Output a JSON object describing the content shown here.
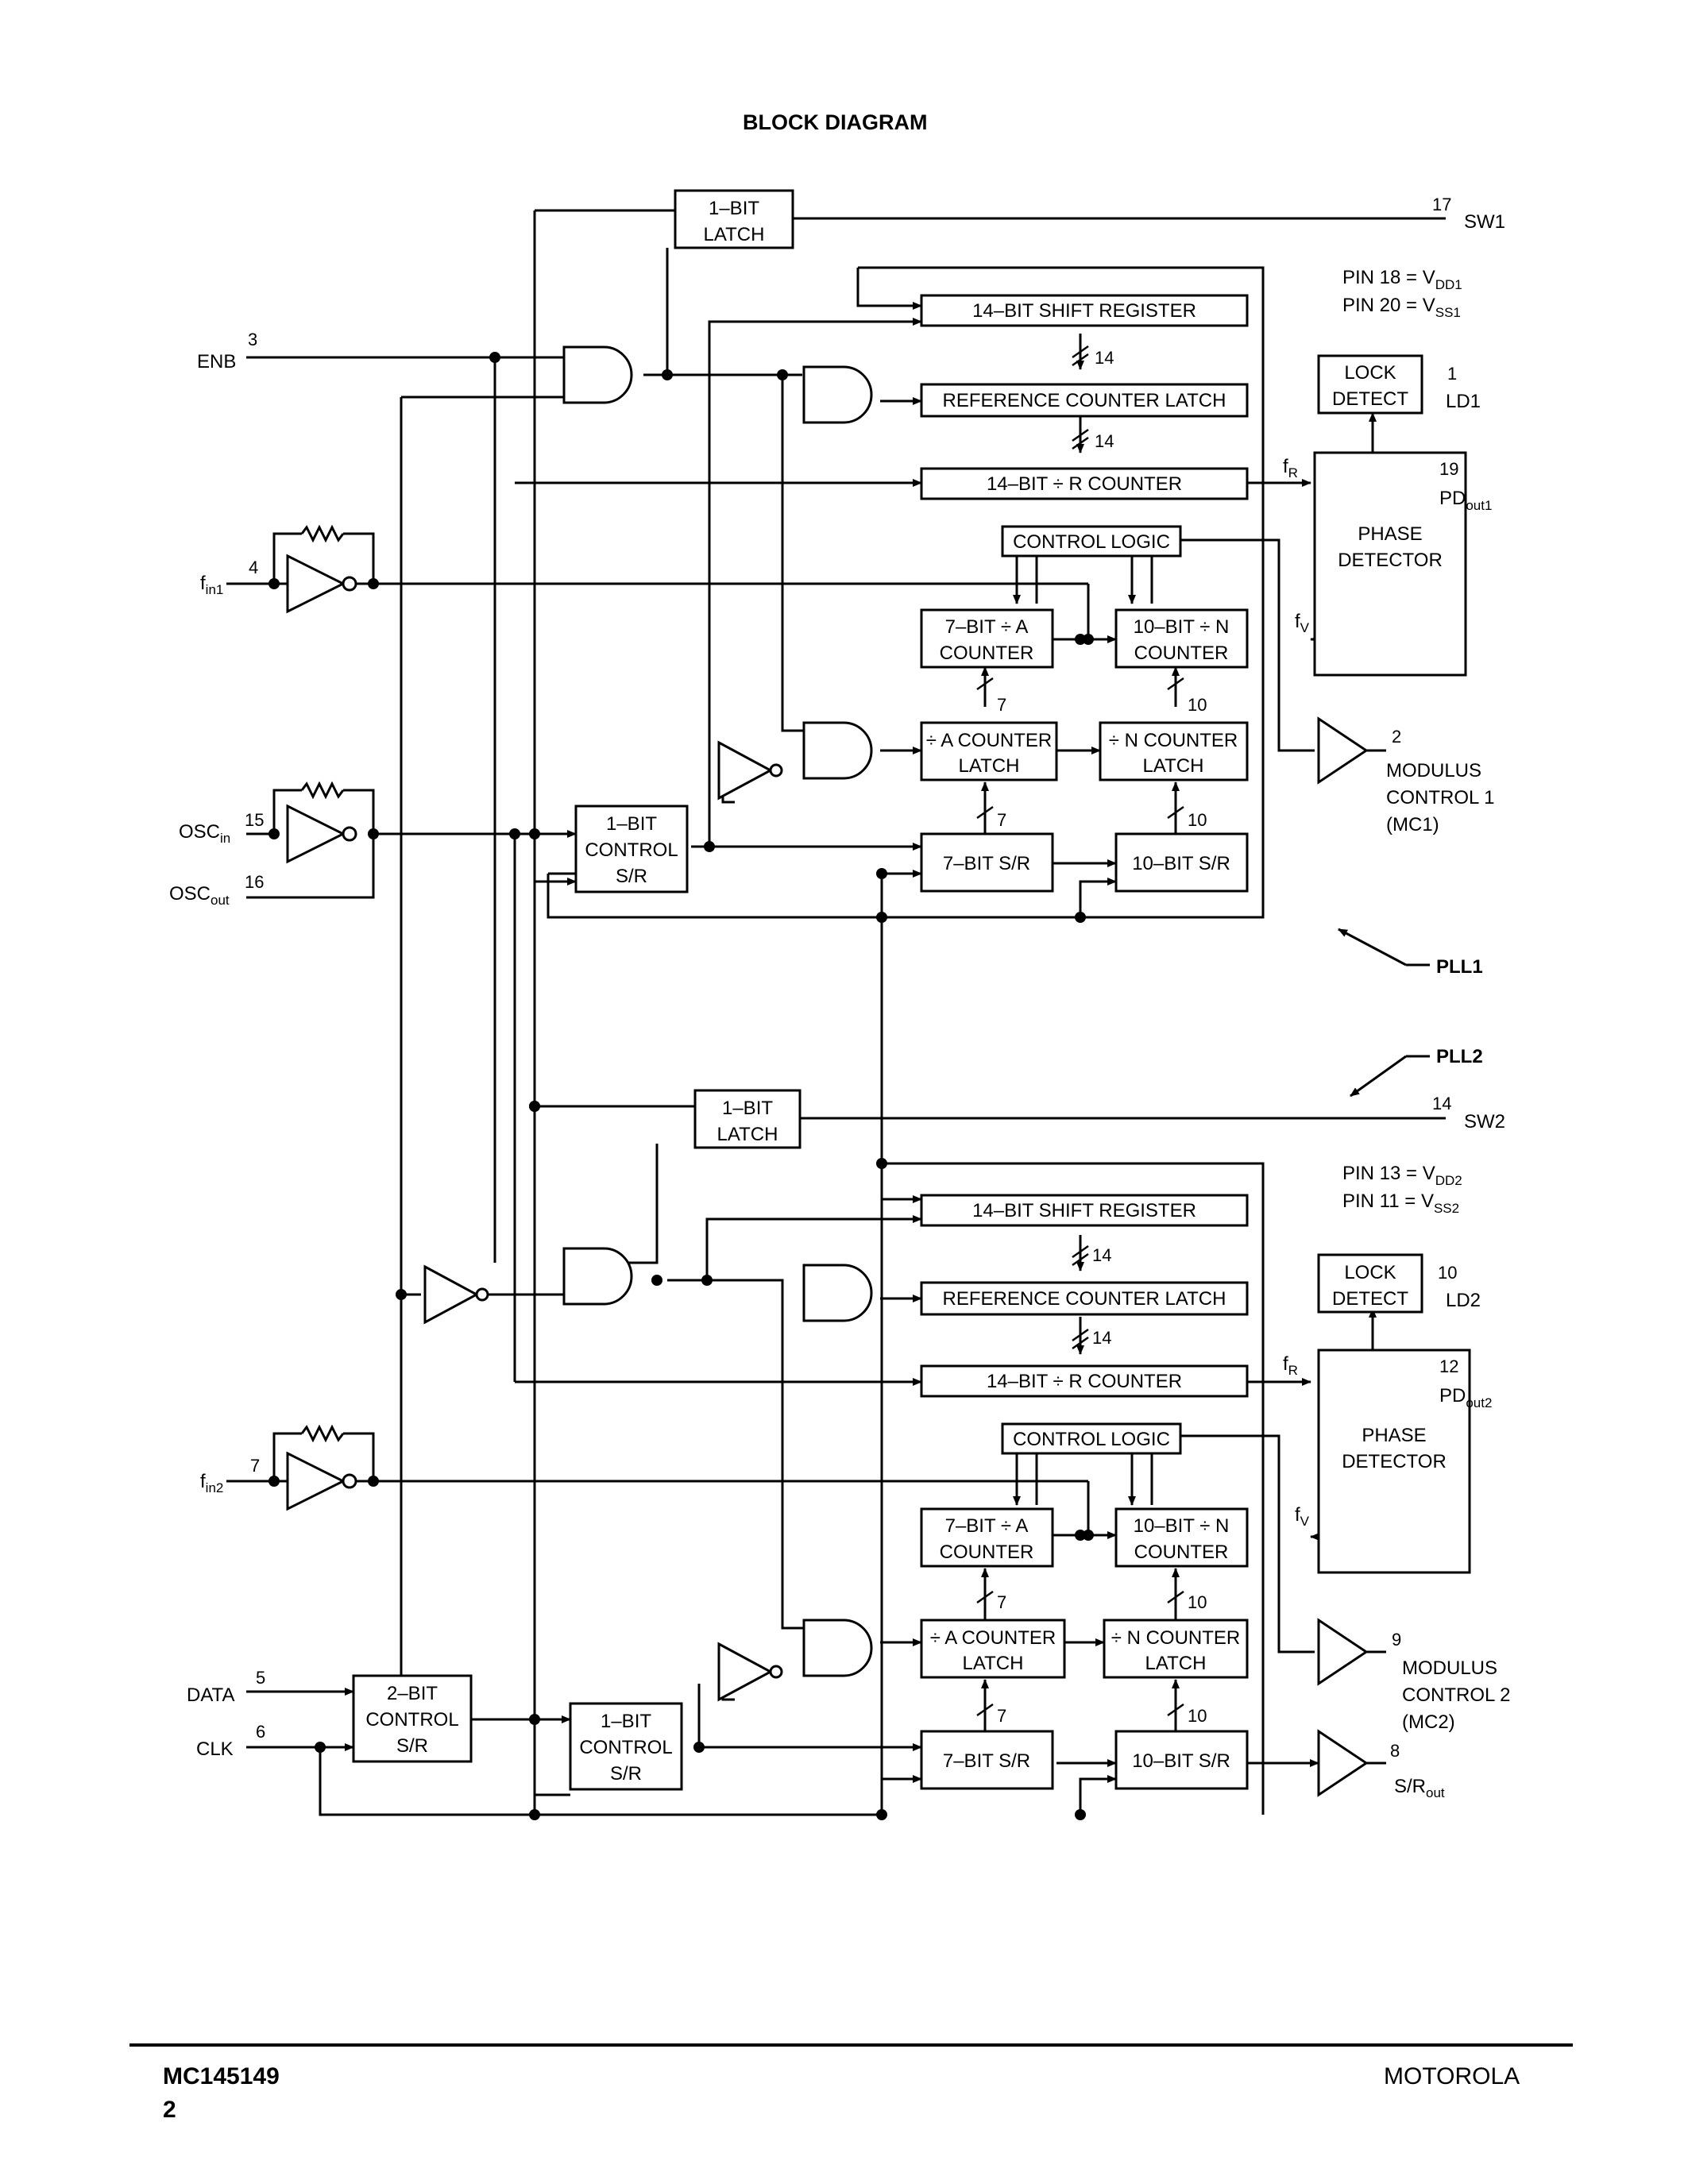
{
  "title": "BLOCK DIAGRAM",
  "power_pins": {
    "vdd1": "PIN 18 = V",
    "vdd1_sub": "DD1",
    "vss1": "PIN 20 = V",
    "vss1_sub": "SS1",
    "vdd2": "PIN 13 = V",
    "vdd2_sub": "DD2",
    "vss2": "PIN 11 = V",
    "vss2_sub": "SS2"
  },
  "pll_labels": {
    "pll1": "PLL1",
    "pll2": "PLL2"
  },
  "inputs": {
    "enb": "ENB",
    "enb_pin": "3",
    "fin": "f",
    "fin1_sub": "in1",
    "fin1_pin": "4",
    "fin2_sub": "in2",
    "fin2_pin": "7",
    "osc": "OSC",
    "oscin_sub": "in",
    "oscin_pin": "15",
    "oscout_sub": "out",
    "oscout_pin": "16",
    "data": "DATA",
    "data_pin": "5",
    "clk": "CLK",
    "clk_pin": "6"
  },
  "outputs": {
    "sw1": "SW1",
    "sw1_pin": "17",
    "sw2": "SW2",
    "sw2_pin": "14",
    "ld1": "LD1",
    "ld1_pin": "1",
    "ld2": "LD2",
    "ld2_pin": "10",
    "pd": "PD",
    "pd1_sub": "out1",
    "pd1_pin": "19",
    "pd2_sub": "out2",
    "pd2_pin": "12",
    "mc1_line1": "MODULUS",
    "mc1_line2": "CONTROL 1",
    "mc1_line3": "(MC1)",
    "mc1_pin": "2",
    "mc2_line1": "MODULUS",
    "mc2_line2": "CONTROL 2",
    "mc2_line3": "(MC2)",
    "mc2_pin": "9",
    "sr": "S/R",
    "sr_sub": "out",
    "sr_pin": "8"
  },
  "signals": {
    "f": "f",
    "r_sub": "R",
    "v_sub": "V"
  },
  "blocks": {
    "latch_1bit_l1": "1–BIT",
    "latch_1bit_l2": "LATCH",
    "shift_reg": "14–BIT SHIFT REGISTER",
    "ref_latch": "REFERENCE COUNTER LATCH",
    "r_counter": "14–BIT ÷ R COUNTER",
    "control_logic": "CONTROL LOGIC",
    "a_counter_l1": "7–BIT ÷ A",
    "a_counter_l2": "COUNTER",
    "n_counter_l1": "10–BIT ÷ N",
    "n_counter_l2": "COUNTER",
    "a_latch_l1": "÷ A COUNTER",
    "a_latch_l2": "LATCH",
    "n_latch_l1": "÷ N COUNTER",
    "n_latch_l2": "LATCH",
    "sr7": "7–BIT S/R",
    "sr10": "10–BIT S/R",
    "ctrl_sr_l1": "1–BIT",
    "ctrl_sr_l2": "CONTROL",
    "ctrl_sr_l3": "S/R",
    "ctrl2_sr_l1": "2–BIT",
    "ctrl2_sr_l2": "CONTROL",
    "ctrl2_sr_l3": "S/R",
    "lock_l1": "LOCK",
    "lock_l2": "DETECT",
    "phase_l1": "PHASE",
    "phase_l2": "DETECTOR"
  },
  "bus_widths": {
    "w14": "14",
    "w7": "7",
    "w10": "10"
  },
  "footer": {
    "part_number": "MC145149",
    "page_number": "2",
    "brand": "MOTOROLA"
  }
}
